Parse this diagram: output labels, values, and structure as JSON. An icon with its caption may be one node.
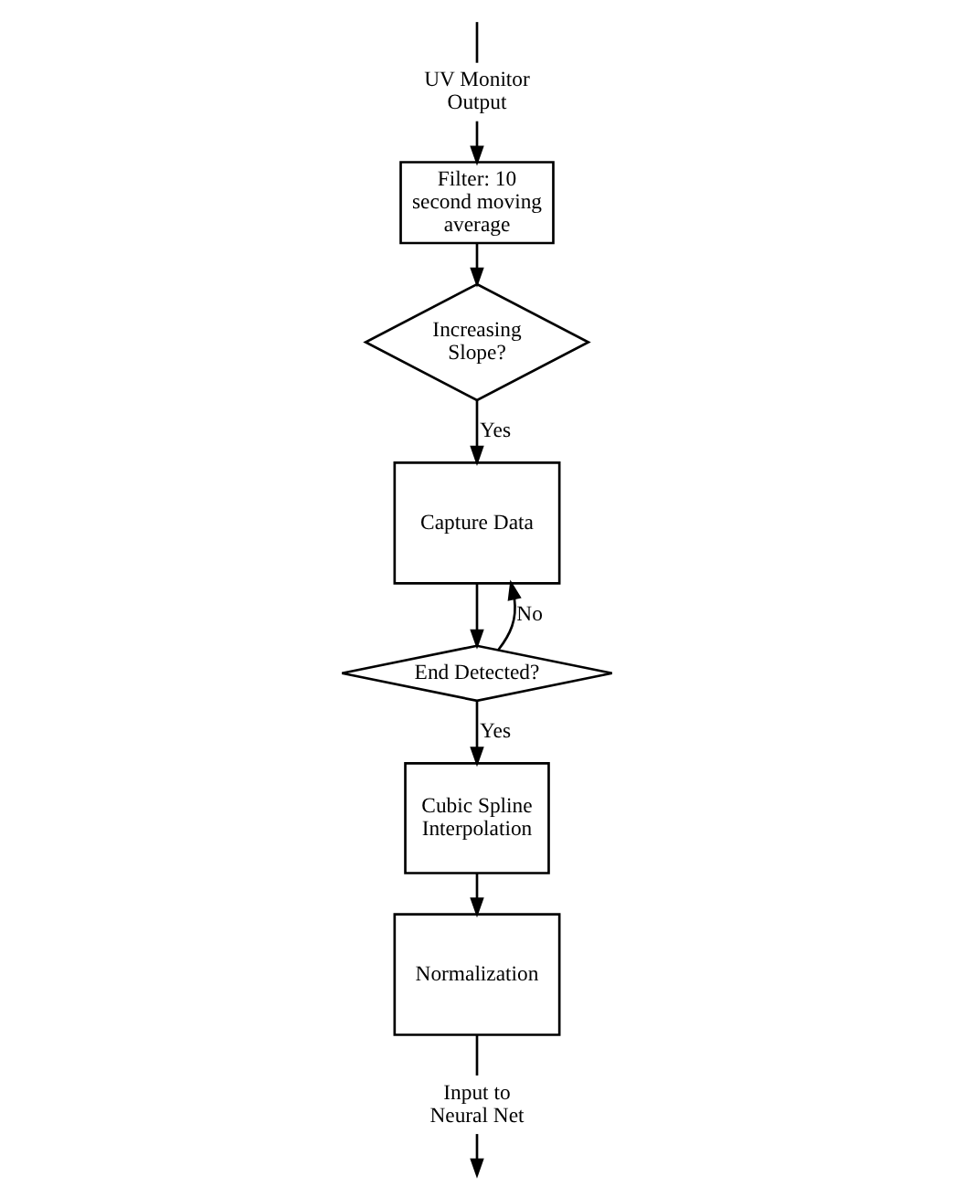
{
  "diagram": {
    "nodes": [
      {
        "text": [
          "UV Monitor Output"
        ]
      },
      {
        "text": [
          "Filter: 10 second moving average"
        ]
      },
      {
        "text": [
          "Increasing Slope?"
        ]
      },
      {
        "text": [
          "Capture Data"
        ]
      },
      {
        "text": [
          "End Detected?"
        ]
      },
      {
        "text": [
          "Cubic Spline Interpolation"
        ]
      },
      {
        "text": [
          "Normalization"
        ]
      },
      {
        "text": [
          "Input to Neural Net"
        ]
      }
    ],
    "edges": [
      {
        "from": null,
        "to": 0,
        "arrow": "none"
      },
      {
        "from": 0,
        "to": 1,
        "arrow": "to"
      },
      {
        "from": 1,
        "to": 2,
        "arrow": "to"
      },
      {
        "from": 2,
        "to": 3,
        "arrow": "to",
        "label": "Yes"
      },
      {
        "from": 3,
        "to": 4,
        "arrow": "to"
      },
      {
        "from": 4,
        "to": 3,
        "arrow": "to",
        "label": "No"
      },
      {
        "from": 4,
        "to": 5,
        "arrow": "to",
        "label": "Yes"
      },
      {
        "from": 5,
        "to": 6,
        "arrow": "to"
      },
      {
        "from": 6,
        "to": 7,
        "arrow": "none"
      },
      {
        "from": 7,
        "to": null,
        "arrow": "to"
      }
    ]
  }
}
